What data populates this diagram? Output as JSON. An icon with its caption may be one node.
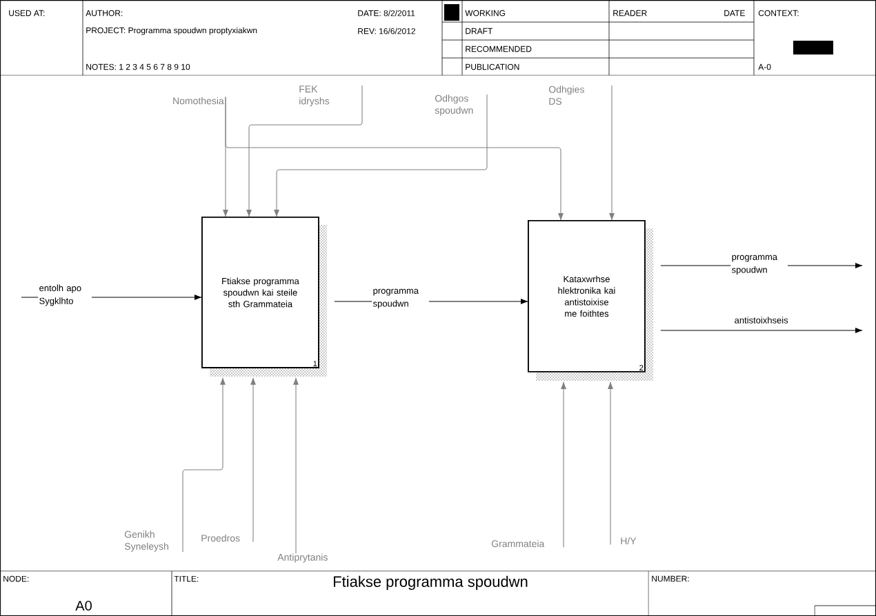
{
  "diagram": {
    "title": "Ftiakse programma spoudwn",
    "nodes": [
      {
        "text": [
          "Ftiakse programma spoudwn kai steile sth Grammateia",
          "1"
        ]
      },
      {
        "text": [
          "Kataxwrhse hlektronika kai antistoixise me foithtes",
          "2"
        ]
      },
      {
        "text": [
          "Nomothesia"
        ]
      },
      {
        "text": [
          "FEK idryshs"
        ]
      },
      {
        "text": [
          "Odhgos spoudwn"
        ]
      },
      {
        "text": [
          "Odhgies DS"
        ]
      },
      {
        "text": [
          "Genikh Syneleysh"
        ]
      },
      {
        "text": [
          "Proedros"
        ]
      },
      {
        "text": [
          "Antiprytanis"
        ]
      },
      {
        "text": [
          "Grammateia"
        ]
      },
      {
        "text": [
          "H/Y"
        ]
      }
    ],
    "edges": [
      {
        "from": 2,
        "to": 0,
        "arrow": "to"
      },
      {
        "from": 2,
        "to": 1,
        "arrow": "to"
      },
      {
        "from": 3,
        "to": 0,
        "arrow": "to"
      },
      {
        "from": 4,
        "to": 0,
        "arrow": "to"
      },
      {
        "from": 5,
        "to": 1,
        "arrow": "to"
      },
      {
        "from": null,
        "to": 0,
        "arrow": "to",
        "label": "entolh apo Sygklhto",
        "color": "#000000"
      },
      {
        "from": 0,
        "to": 1,
        "arrow": "to",
        "label": "programma spoudwn",
        "color": "#000000"
      },
      {
        "from": 1,
        "to": null,
        "arrow": "to",
        "label": "programma spoudwn",
        "color": "#000000"
      },
      {
        "from": 1,
        "to": null,
        "arrow": "to",
        "label": "antistoixhseis",
        "color": "#000000"
      },
      {
        "from": 6,
        "to": 0,
        "arrow": "to"
      },
      {
        "from": 7,
        "to": 0,
        "arrow": "to"
      },
      {
        "from": 8,
        "to": 0,
        "arrow": "to"
      },
      {
        "from": 9,
        "to": 1,
        "arrow": "to"
      },
      {
        "from": 10,
        "to": 1,
        "arrow": "to"
      }
    ],
    "labels": [
      "USED AT:",
      "AUTHOR:",
      "DATE: 8/2/2011",
      "WORKING",
      "READER",
      "DATE",
      "CONTEXT:",
      "PROJECT: Programma spoudwn proptyxiakwn",
      "REV: 16/6/2012",
      "DRAFT",
      "RECOMMENDED",
      "NOTES: 1 2 3 4 5 6 7 8 9 10",
      "PUBLICATION",
      "A-0",
      "NODE:",
      "TITLE:",
      "NUMBER:",
      "A0"
    ]
  }
}
